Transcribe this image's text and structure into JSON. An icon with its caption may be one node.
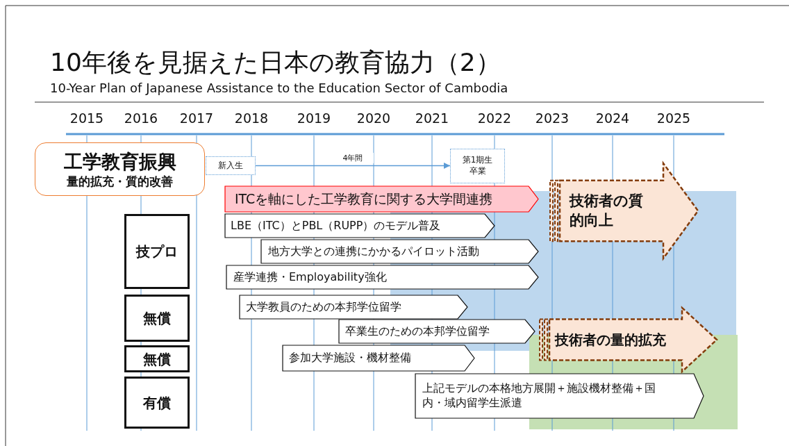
{
  "diagram": {
    "title": "10年後を見据えた日本の教育協力（2）",
    "nodes": [
      {
        "text": [
          "工学教育振興",
          "量的拡充・質的改善"
        ]
      },
      {
        "text": [
          "新入生"
        ]
      },
      {
        "text": [
          "第1期生卒業"
        ]
      },
      {
        "text": [
          "技プロ"
        ]
      },
      {
        "text": [
          "無償"
        ]
      },
      {
        "text": [
          "無償"
        ]
      },
      {
        "text": [
          "有償"
        ]
      },
      {
        "text": [
          "ITCを軸にした工学教育に関する大学間連携"
        ]
      },
      {
        "text": [
          "LBE（ITC）とPBL（RUPP）のモデル普及"
        ]
      },
      {
        "text": [
          "地方大学との連携にかかるパイロット活動"
        ]
      },
      {
        "text": [
          "産学連携・Employability強化"
        ]
      },
      {
        "text": [
          "大学教員のための本邦学位留学"
        ]
      },
      {
        "text": [
          "卒業生のための本邦学位留学"
        ]
      },
      {
        "text": [
          "参加大学施設・機材整備"
        ]
      },
      {
        "text": [
          "上記モデルの本格地方展開＋施設機材整備＋国内・域内留学生派遣"
        ]
      },
      {
        "text": [
          "技術者の質的向上"
        ]
      },
      {
        "text": [
          "技術者の量的拡充"
        ]
      }
    ],
    "edges": [
      {
        "from": 1,
        "to": 2,
        "arrow": "to",
        "label": "4年間"
      }
    ],
    "labels": [
      "10-Year Plan of Japanese Assistance to the Education Sector of Cambodia",
      "2015",
      "2016",
      "2017",
      "2018",
      "2019",
      "2020",
      "2021",
      "2022",
      "2023",
      "2024",
      "2025"
    ]
  }
}
